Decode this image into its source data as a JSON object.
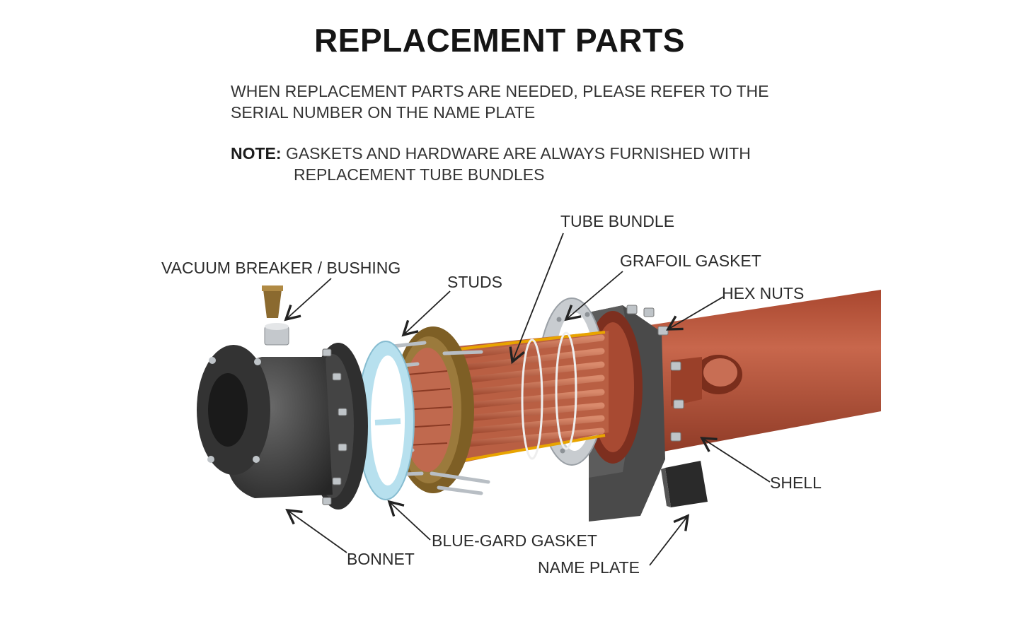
{
  "header": {
    "title": "REPLACEMENT PARTS",
    "intro_line1": "WHEN REPLACEMENT PARTS ARE NEEDED, PLEASE REFER TO THE",
    "intro_line2": "SERIAL NUMBER ON THE NAME PLATE",
    "note_label": "NOTE:",
    "note_line1": "GASKETS AND HARDWARE ARE ALWAYS FURNISHED WITH",
    "note_line2": "REPLACEMENT TUBE BUNDLES"
  },
  "labels": {
    "tube_bundle": "TUBE BUNDLE",
    "vacuum_breaker": "VACUUM BREAKER / BUSHING",
    "studs": "STUDS",
    "grafoil_gasket": "GRAFOIL GASKET",
    "hex_nuts": "HEX NUTS",
    "shell": "SHELL",
    "blue_gard_gasket": "BLUE-GARD GASKET",
    "bonnet": "BONNET",
    "name_plate": "NAME PLATE"
  },
  "colors": {
    "shell": "#b4533a",
    "bonnet": "#3c3c3c",
    "tube": "#c56a4c",
    "tube_sheet": "#8a6a2e",
    "stud": "#e8a400",
    "gasket_blue": "#a8d8e8",
    "gasket_grey": "#c9ccd0"
  }
}
